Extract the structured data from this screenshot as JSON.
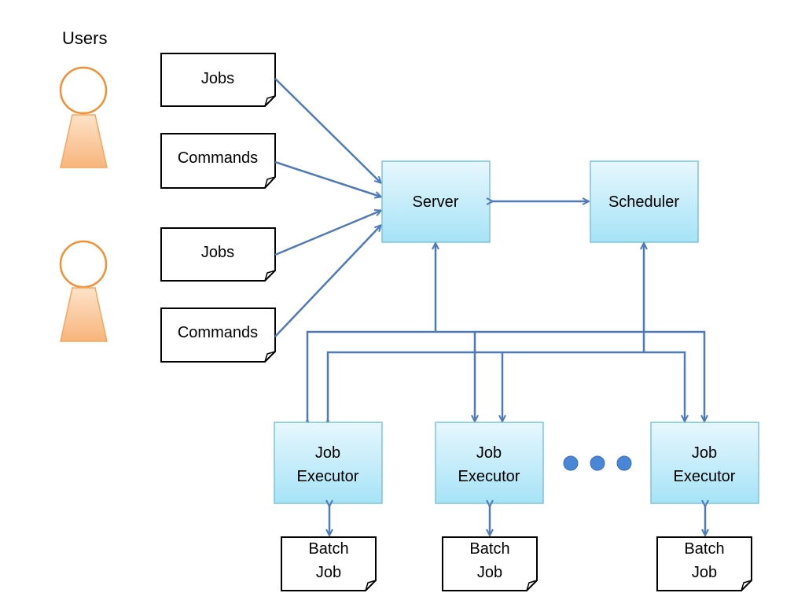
{
  "users_label": "Users",
  "user_docs": [
    {
      "label": "Jobs"
    },
    {
      "label": "Commands"
    },
    {
      "label": "Jobs"
    },
    {
      "label": "Commands"
    }
  ],
  "server": {
    "label": "Server"
  },
  "scheduler": {
    "label": "Scheduler"
  },
  "executors": [
    {
      "line1": "Job",
      "line2": "Executor"
    },
    {
      "line1": "Job",
      "line2": "Executor"
    },
    {
      "line1": "Job",
      "line2": "Executor"
    }
  ],
  "batch_jobs": [
    {
      "line1": "Batch",
      "line2": "Job"
    },
    {
      "line1": "Batch",
      "line2": "Job"
    },
    {
      "line1": "Batch",
      "line2": "Job"
    }
  ],
  "colors": {
    "arrow": "#4f7ab8",
    "box_stroke": "#7fc3d6",
    "box_fill_top": "#e7f7fd",
    "box_fill_bottom": "#a6e3f7",
    "user_stroke": "#f19035",
    "user_fill": "#fac392",
    "dot": "#4a86d8"
  }
}
